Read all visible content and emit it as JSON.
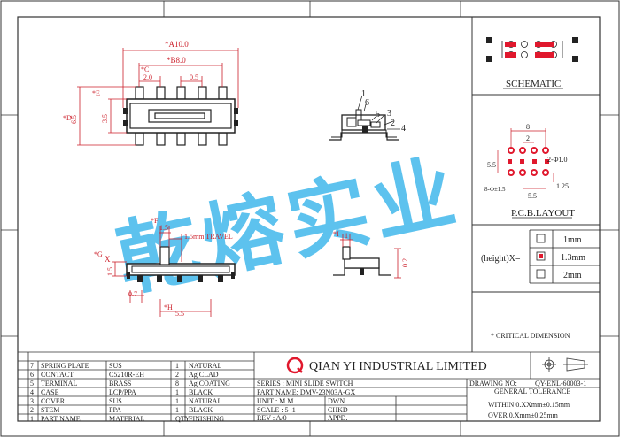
{
  "dims": {
    "A": "*A10.0",
    "B": "*B8.0",
    "C": "*C",
    "c_val": "2.0",
    "half": "0.5",
    "D": "*D",
    "d_val": "6.5",
    "E": "*E",
    "e_val": "3.5",
    "F": "*F",
    "f_val": "1.5",
    "travel": "1.5mm TRAVEL",
    "G": "*G",
    "x_label": "X",
    "g_val": "1.5",
    "seven": "0.7",
    "H": "*H",
    "h_val": "5.5",
    "I": "*I",
    "i_val": "1",
    "side_val": "0.2"
  },
  "callouts": [
    "1",
    "6",
    "5",
    "3",
    "2",
    "4"
  ],
  "schematic": {
    "title": "SCHEMATIC"
  },
  "pcb": {
    "title": "P.C.B.LAYOUT",
    "w8": "8",
    "w2": "2",
    "hole": "2-Φ1.0",
    "h55": "5.5",
    "bot": "8-Φ±1.5",
    "w55": "5.5",
    "r125": "1.25"
  },
  "height": {
    "label": "(height)X=",
    "options": [
      {
        "text": "1mm",
        "checked": false
      },
      {
        "text": "1.3mm",
        "checked": true
      },
      {
        "text": "2mm",
        "checked": false
      }
    ]
  },
  "critical": "* CRITICAL  DIMENSION",
  "company": "QIAN  YI  INDUSTRIAL  LIMITED",
  "logo": "Q",
  "watermark": "乾熔实业",
  "bom": {
    "rows": [
      [
        "7",
        "SPRING PLATE",
        "SUS",
        "1",
        "NATURAL"
      ],
      [
        "6",
        "CONTACT",
        "C5210R-EH",
        "2",
        "Ag  CLAD"
      ],
      [
        "5",
        "TERMINAL",
        "BRASS",
        "8",
        "Ag  COATING"
      ],
      [
        "4",
        "CASE",
        "LCP/PPA",
        "1",
        "BLACK"
      ],
      [
        "3",
        "COVER",
        "SUS",
        "1",
        "NATURAL"
      ],
      [
        "2",
        "STEM",
        "PPA",
        "1",
        "BLACK"
      ],
      [
        "1",
        "PART NAME",
        "MATERIAL",
        "QTY",
        "FINISHING"
      ]
    ]
  },
  "title_block": {
    "series": "SERIES : MINI SLIDE SWITCH",
    "part": "PART NAME: DMV-23N03A-GX",
    "unit": "UNIT : M M",
    "dwn": "DWN.",
    "scale": "SCALE : 5 :1",
    "chkd": "CHKD",
    "rev": "REV  : A/0",
    "appd": "APPD.",
    "drawing_no_label": "DRAWING NO:",
    "drawing_no": "QY-ENL-60003-1",
    "tol_title": "GENERAL TOLERANCE",
    "tol1": "WITHIN 0.XXmm±0.15mm",
    "tol2": "OVER   0.Xmm±0.25mm"
  }
}
